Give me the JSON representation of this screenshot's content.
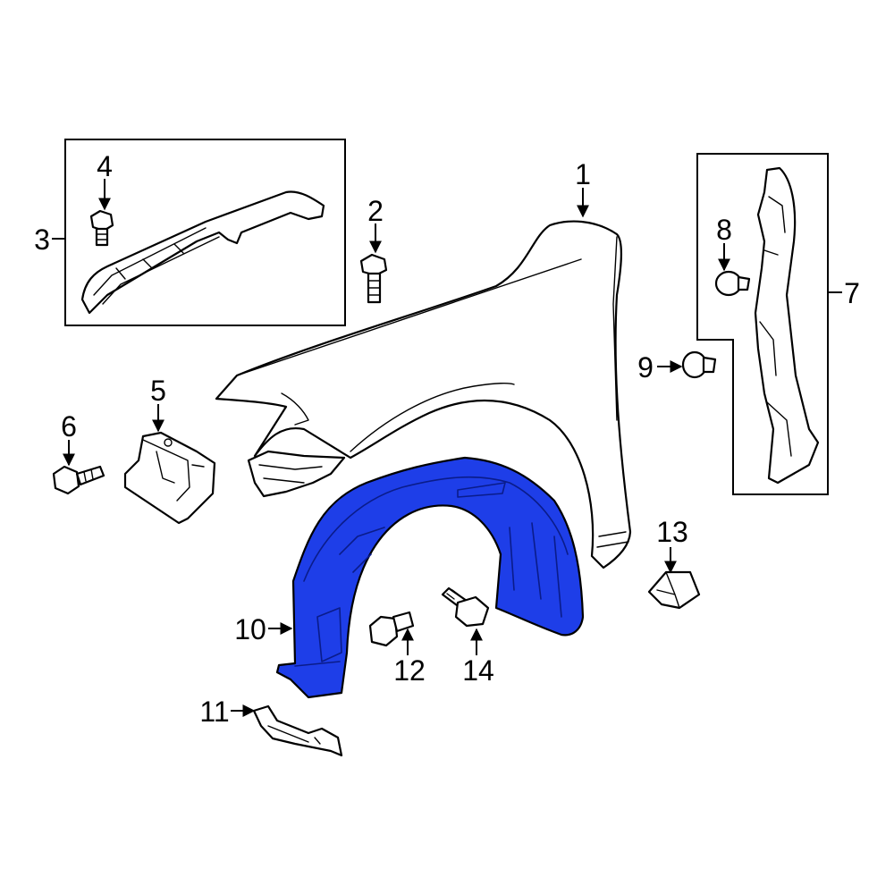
{
  "diagram": {
    "highlight_color": "#1e3ee8",
    "highlighted_part": "10",
    "callouts": [
      {
        "id": "c1",
        "label": "1"
      },
      {
        "id": "c2",
        "label": "2"
      },
      {
        "id": "c3",
        "label": "3"
      },
      {
        "id": "c4",
        "label": "4"
      },
      {
        "id": "c5",
        "label": "5"
      },
      {
        "id": "c6",
        "label": "6"
      },
      {
        "id": "c7",
        "label": "7"
      },
      {
        "id": "c8",
        "label": "8"
      },
      {
        "id": "c9",
        "label": "9"
      },
      {
        "id": "c10",
        "label": "10"
      },
      {
        "id": "c11",
        "label": "11"
      },
      {
        "id": "c12",
        "label": "12"
      },
      {
        "id": "c13",
        "label": "13"
      },
      {
        "id": "c14",
        "label": "14"
      }
    ]
  }
}
